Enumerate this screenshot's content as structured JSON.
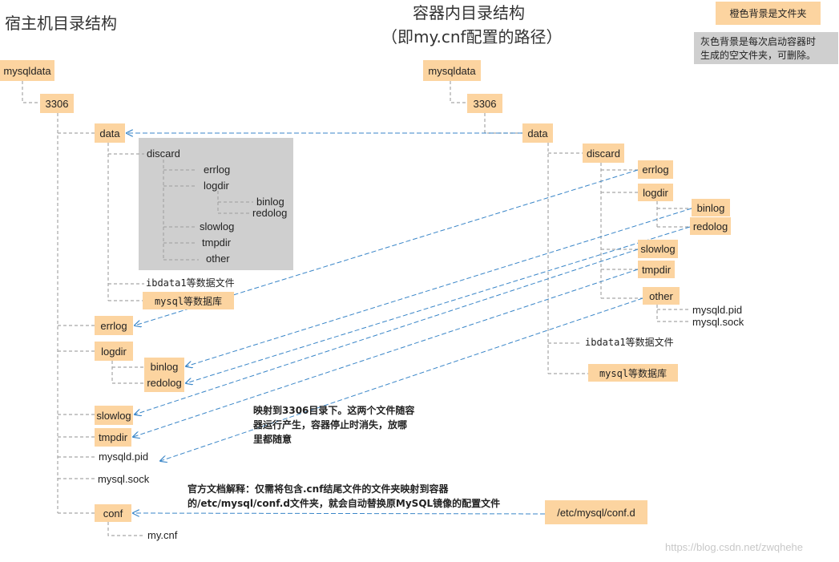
{
  "titles": {
    "host": "宿主机目录结构",
    "container_line1": "容器内目录结构",
    "container_line2": "（即my.cnf配置的路径）"
  },
  "legend": {
    "orange": "橙色背景是文件夹",
    "gray_line1": "灰色背景是每次启动容器时",
    "gray_line2": "生成的空文件夹，可删除。"
  },
  "host_tree": {
    "root": "mysqldata",
    "port": "3306",
    "data": "data",
    "discard": "discard",
    "discard_children": [
      "errlog",
      "logdir",
      "binlog",
      "redolog",
      "slowlog",
      "tmpdir",
      "other"
    ],
    "ibdata": "ibdata1等数据文件",
    "mysqldb": "mysql等数据库",
    "errlog": "errlog",
    "logdir": "logdir",
    "binlog": "binlog",
    "redolog": "redolog",
    "slowlog": "slowlog",
    "tmpdir": "tmpdir",
    "pid": "mysqld.pid",
    "sock": "mysql.sock",
    "conf": "conf",
    "mycnf": "my.cnf"
  },
  "container_tree": {
    "root": "mysqldata",
    "port": "3306",
    "data": "data",
    "discard": "discard",
    "errlog": "errlog",
    "logdir": "logdir",
    "binlog": "binlog",
    "redolog": "redolog",
    "slowlog": "slowlog",
    "tmpdir": "tmpdir",
    "other": "other",
    "pid": "mysqld.pid",
    "sock": "mysql.sock",
    "ibdata": "ibdata1等数据文件",
    "mysqldb": "mysql等数据库",
    "confd": "/etc/mysql/conf.d"
  },
  "notes": {
    "mapping_line1": "映射到3306目录下。这两个文件随容",
    "mapping_line2": "器运行产生，容器停止时消失，放哪",
    "mapping_line3": "里都随意",
    "official_line1": "官方文档解释：仅需将包含.cnf结尾文件的文件夹映射到容器",
    "official_line2": "的/etc/mysql/conf.d文件夹，就会自动替换原MySQL镜像的配置文件"
  },
  "watermark": "https://blog.csdn.net/zwqhehe",
  "colors": {
    "folder": "#fcd4a0",
    "gray": "#cfcfcf",
    "tree_line": "#a6a6a6",
    "arrow": "#3a86c8"
  }
}
